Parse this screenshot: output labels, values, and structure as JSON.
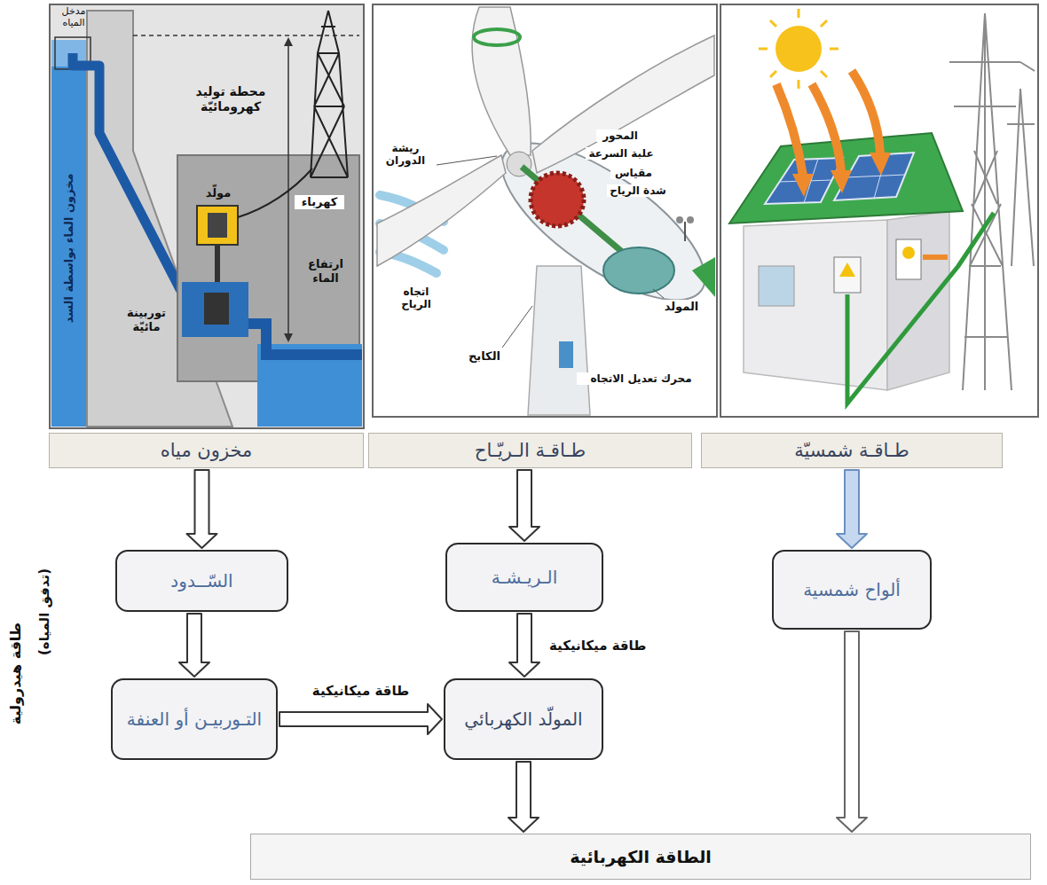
{
  "diagram": {
    "nodes": [
      {
        "text": [
          "مخزون مياه"
        ]
      },
      {
        "text": [
          "طـاقـة الـريّـاح"
        ]
      },
      {
        "text": [
          "طـاقـة شمسيّة"
        ]
      },
      {
        "text": [
          "السّــدود"
        ]
      },
      {
        "text": [
          "الـريـشـة"
        ]
      },
      {
        "text": [
          "ألواح شمسية"
        ]
      },
      {
        "text": [
          "التـوربيـن أو العنفة"
        ]
      },
      {
        "text": [
          "المولّد الكهربائي"
        ]
      },
      {
        "text": [
          "الطاقة الكهربائية"
        ]
      }
    ],
    "edges": [
      {
        "from": 0,
        "to": 3,
        "arrow": "to"
      },
      {
        "from": 1,
        "to": 4,
        "arrow": "to"
      },
      {
        "from": 2,
        "to": 5,
        "arrow": "to"
      },
      {
        "from": 3,
        "to": 6,
        "arrow": "to"
      },
      {
        "from": 4,
        "to": 7,
        "label": "طاقة ميكانيكية",
        "arrow": "to"
      },
      {
        "from": 6,
        "to": 7,
        "label": "طاقة ميكانيكية",
        "arrow": "to"
      },
      {
        "from": 7,
        "to": 8,
        "arrow": "to"
      },
      {
        "from": 5,
        "to": 8,
        "arrow": "to"
      }
    ],
    "labels": [
      "مدخل المياه",
      "محطة توليد كهرومائيّة",
      "مولّد",
      "كهرباء",
      "ارتفاع الماء",
      "توربينة مائيّة",
      "مخزون الماء بواسطة السد",
      "ريشة الدوران",
      "المحور",
      "علبة السرعة",
      "مقياس",
      "شدة الرياح",
      "اتجاه الرياح",
      "المولد",
      "الكابح",
      "محرك تعديل الاتجاه",
      "طاقة هيدرولية",
      "(تدفق المياه)"
    ]
  }
}
